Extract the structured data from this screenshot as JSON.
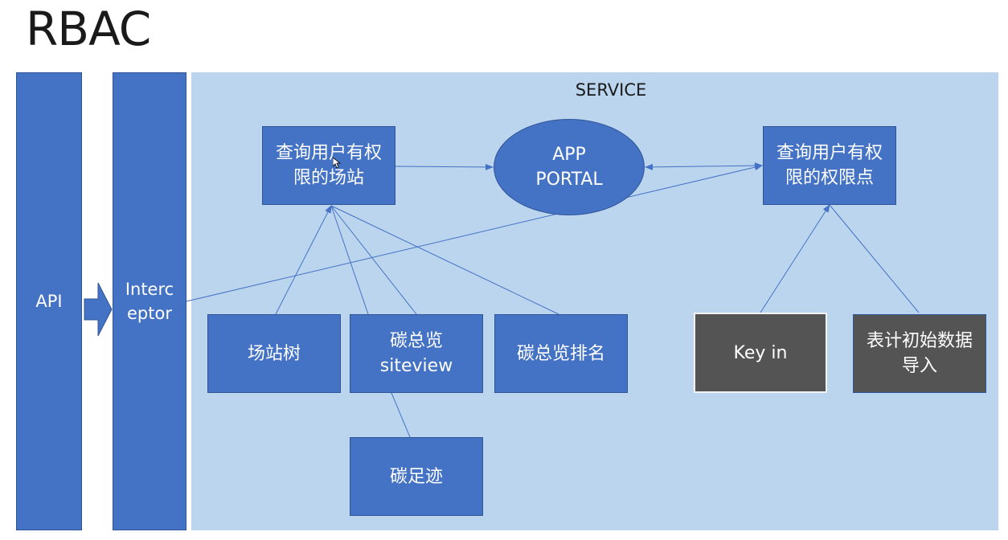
{
  "title": "RBAC",
  "api_label": "API",
  "interceptor_label": "Interc eptor",
  "service_label": "SERVICE",
  "portal_label": "APP PORTAL",
  "query_sites_label": "查询用户有权限的场站",
  "query_points_label": "查询用户有权限的权限点",
  "site_tree_label": "场站树",
  "carbon_overview_label": "碳总览 siteview",
  "carbon_rank_label": "碳总览排名",
  "carbon_footprint_label": "碳足迹",
  "key_in_label": "Key in",
  "meter_import_label": "表计初始数据导入",
  "colors": {
    "box": "#4472c4",
    "panel": "#bcd5ee",
    "dark_box": "#545454"
  }
}
